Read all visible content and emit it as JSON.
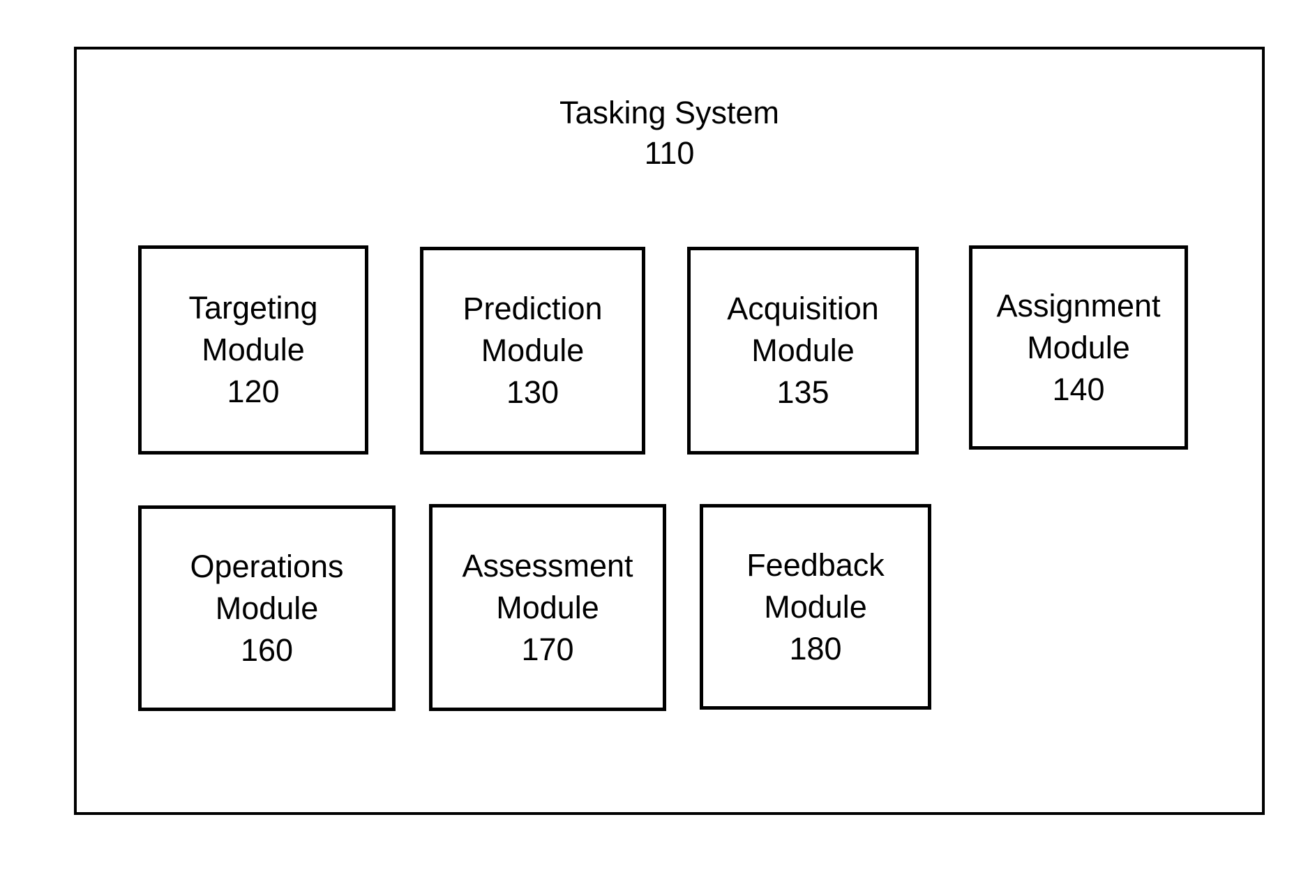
{
  "title": {
    "line1": "Tasking System",
    "ref": "110"
  },
  "modules": [
    {
      "line1": "Targeting",
      "line2": "Module",
      "ref": "120"
    },
    {
      "line1": "Prediction",
      "line2": "Module",
      "ref": "130"
    },
    {
      "line1": "Acquisition",
      "line2": "Module",
      "ref": "135"
    },
    {
      "line1": "Assignment",
      "line2": "Module",
      "ref": "140"
    },
    {
      "line1": "Operations",
      "line2": "Module",
      "ref": "160"
    },
    {
      "line1": "Assessment",
      "line2": "Module",
      "ref": "170"
    },
    {
      "line1": "Feedback",
      "line2": "Module",
      "ref": "180"
    }
  ],
  "colors": {
    "line": "#000000",
    "background": "#ffffff"
  }
}
